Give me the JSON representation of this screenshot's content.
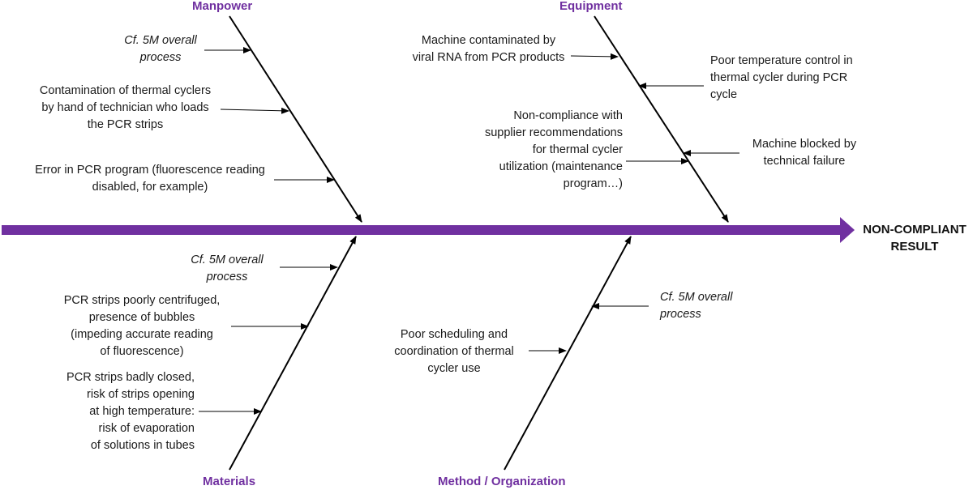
{
  "effect": "NON-COMPLIANT\nRESULT",
  "colors": {
    "spine": "#7030a0",
    "category": "#7030a0",
    "lines": "#000000"
  },
  "categories": {
    "manpower": {
      "label": "Manpower",
      "causes": [
        "Cf. 5M overall\nprocess",
        "Contamination of thermal cyclers\nby hand of technician who loads\nthe PCR strips",
        "Error in PCR program (fluorescence reading\ndisabled, for example)"
      ]
    },
    "equipment": {
      "label": "Equipment",
      "causes": [
        "Machine contaminated by\nviral RNA from PCR products",
        "Poor temperature control in\nthermal cycler during PCR\ncycle",
        "Non-compliance with\nsupplier recommendations\nfor thermal cycler\nutilization (maintenance\nprogram…)",
        "Machine blocked by\ntechnical failure"
      ]
    },
    "materials": {
      "label": "Materials",
      "causes": [
        "Cf. 5M overall\nprocess",
        "PCR strips poorly centrifuged,\npresence of bubbles\n(impeding accurate reading\nof fluorescence)",
        "PCR strips badly closed,\nrisk of strips opening\nat high temperature:\nrisk of evaporation\nof solutions in tubes"
      ]
    },
    "method": {
      "label": "Method / Organization",
      "causes": [
        "Cf. 5M overall\nprocess",
        "Poor scheduling and\ncoordination of thermal\ncycler use"
      ]
    }
  }
}
